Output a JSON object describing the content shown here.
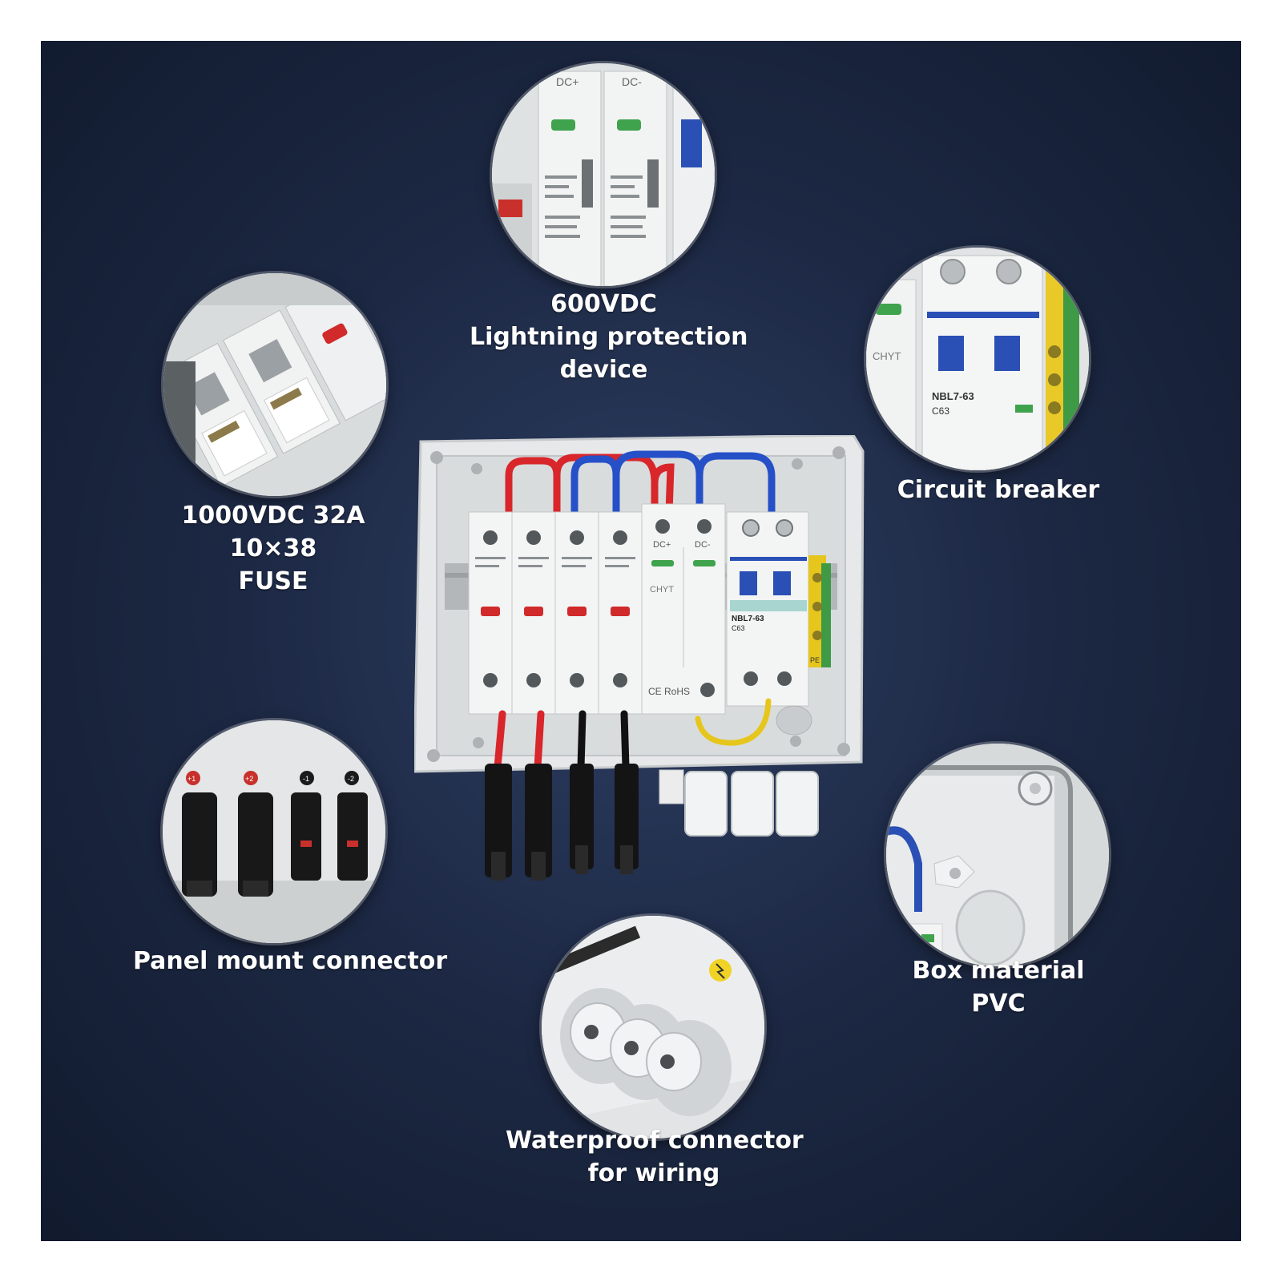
{
  "callouts": {
    "spd": {
      "lines": [
        "600VDC",
        "Lightning protection",
        "device"
      ],
      "tags": {
        "dc_plus": "DC+",
        "dc_minus": "DC-"
      }
    },
    "breaker": {
      "lines": [
        "Circuit breaker"
      ],
      "tags": {
        "brand": "CHYT",
        "model": "NBL7-63",
        "rating": "C63"
      }
    },
    "fuse": {
      "lines": [
        "1000VDC 32A",
        "10×38",
        "FUSE"
      ]
    },
    "connector": {
      "lines": [
        "Panel mount connector"
      ],
      "tags": {
        "p1": "+1",
        "p2": "+2",
        "n1": "-1",
        "n2": "-2"
      }
    },
    "material": {
      "lines": [
        "Box material",
        "PVC"
      ]
    },
    "gland": {
      "lines": [
        "Waterproof connector",
        "for wiring"
      ]
    }
  },
  "box_markings": {
    "dc_plus": "DC+",
    "dc_minus": "DC-",
    "spd_brand": "CHYT",
    "breaker_model": "NBL7-63",
    "breaker_rating": "C63",
    "cert": "CE RoHS",
    "pe": "PE"
  },
  "colors": {
    "background": "#1d2945",
    "wire_positive": "#d8262b",
    "wire_negative": "#2550c8",
    "wire_ground": "#e6c61c",
    "enclosure": "#e4e6e7",
    "label_text": "#ffffff"
  }
}
